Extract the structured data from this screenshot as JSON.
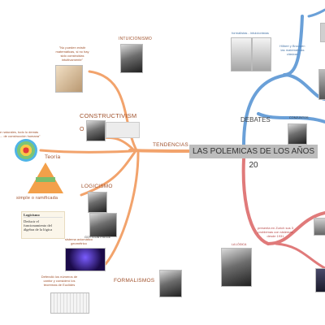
{
  "central_topic": "LAS POLEMICAS DE LOS AÑOS 20",
  "branches": {
    "tendencias": "TENDENCIAS",
    "debates": "DEBATES",
    "la_logica": "LA LÓGICA"
  },
  "left": {
    "intuicionismo": "INTUICIONISMO",
    "intuicion_quote": "\"No pueden existir matemáticas, si no hay sido construidas intuitivamente\"",
    "constructivism": "CONSTRUCTIVISM",
    "constructivism_o": "O",
    "quote_fragment": "e naturales, todo lo demás ... de construcción humana\"",
    "teoria": "Teoría",
    "simple_ramificada": "simple o ramificada",
    "logicismo": "LOGICISMO",
    "gottlob_frege": "GOTTLOB FREGE",
    "card_title": "Logicismo",
    "card_body": "Deducir el funcionamiento del álgebra de la lógica",
    "axiomas_caption": "sistema axiomático geométrico",
    "formalismos": "FORMALISMOS",
    "hilbert_caption": "Defendió los números de cantor y consideró los teoremas de Euclides"
  },
  "right": {
    "top_caption": "formalistas - intuicionistas",
    "hilbert_brouwer": "Hilbert y Brouwer: las matemáticas clásicas",
    "conjuntos": "CONJUNTOS",
    "godel_caption": "presenta en Zurich sus 3 problemas con sistemas desde 1931"
  },
  "colors": {
    "orange": "#f0a46b",
    "blue": "#6aa0d8",
    "red": "#e07a7a",
    "central_bg": "#bdbdbd"
  }
}
